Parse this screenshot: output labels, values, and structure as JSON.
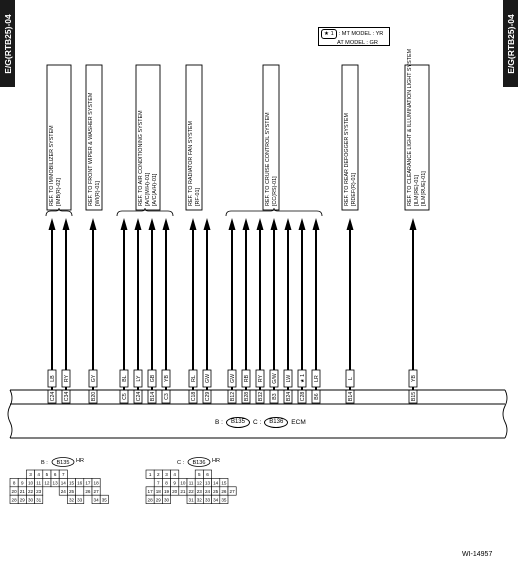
{
  "side_tabs": {
    "left": "E/G(RTB25)-04",
    "right": "E/G(RTB25)-04"
  },
  "legend": {
    "badge": "★ 1",
    "line1": ": MT MODEL : YR",
    "line2": "AT MODEL : GR"
  },
  "ref_boxes": [
    {
      "lines": [
        "REF. TO IMMOBILIZER SYSTEM",
        "[IMB(R)-02]"
      ]
    },
    {
      "lines": [
        "REF. TO FRONT WIPER & WASHER SYSTEM",
        "[WI(R)-01]"
      ]
    },
    {
      "lines": [
        "REF. TO AIR CONDITIONING SYSTEM",
        "[A/C(M/H)-01]",
        "[A/C(A/H)-01]"
      ]
    },
    {
      "lines": [
        "REF. TO RADIATOR FAN SYSTEM",
        "[RF-01]"
      ]
    },
    {
      "lines": [
        "REF. TO CRUISE CONTROL SYSTEM",
        "[CC(RS)-01]"
      ]
    },
    {
      "lines": [
        "REF. TO REAR DEFOGGER SYSTEM",
        "[RDEF(R)-01]"
      ]
    },
    {
      "lines": [
        "REF. TO CLEARANCE LIGHT & ILLUMINATION LIGHT SYSTEM",
        "[ILM(RE)-01]",
        "[ILM(RUE)-01]"
      ]
    }
  ],
  "wires": [
    {
      "pin": "C24",
      "color": "LB"
    },
    {
      "pin": "C34",
      "color": "RY"
    },
    {
      "pin": "B20",
      "color": "GY"
    },
    {
      "pin": "C5",
      "color": "BL"
    },
    {
      "pin": "C24",
      "color": "LY"
    },
    {
      "pin": "B14",
      "color": "GB"
    },
    {
      "pin": "C3",
      "color": "YB"
    },
    {
      "pin": "C18",
      "color": "RL"
    },
    {
      "pin": "C29",
      "color": "GW"
    },
    {
      "pin": "B12",
      "color": "GW"
    },
    {
      "pin": "B28",
      "color": "RB"
    },
    {
      "pin": "B32",
      "color": "RY"
    },
    {
      "pin": "B3",
      "color": "G/W"
    },
    {
      "pin": "B24",
      "color": "LW"
    },
    {
      "pin": "C28",
      "color": "★ 1"
    },
    {
      "pin": "B6",
      "color": "LR"
    },
    {
      "pin": "B14",
      "color": "L"
    },
    {
      "pin": "B15",
      "color": "YB"
    }
  ],
  "ecm": {
    "b_prefix": "B :",
    "b_conn": "B135",
    "c_prefix": "C :",
    "c_conn": "B136",
    "name": "ECM"
  },
  "connectors": [
    {
      "prefix": "B :",
      "id": "B135",
      "suffix": "HR",
      "rows": [
        [
          "",
          "",
          "3",
          "4",
          "5",
          "6",
          "7"
        ],
        [
          "8",
          "9",
          "10",
          "11",
          "12",
          "13",
          "14",
          "15",
          "16",
          "17",
          "18"
        ],
        [
          "20",
          "21",
          "22",
          "23",
          "",
          "",
          "24",
          "25",
          "",
          "26",
          "27"
        ],
        [
          "28",
          "29",
          "30",
          "31",
          "",
          "",
          "",
          "32",
          "33",
          "",
          "34",
          "35"
        ]
      ]
    },
    {
      "prefix": "C :",
      "id": "B136",
      "suffix": "HR",
      "rows": [
        [
          "1",
          "2",
          "3",
          "4",
          "",
          "",
          "5",
          "6"
        ],
        [
          "",
          "7",
          "8",
          "9",
          "10",
          "11",
          "12",
          "13",
          "14",
          "15"
        ],
        [
          "17",
          "18",
          "19",
          "20",
          "21",
          "22",
          "23",
          "24",
          "25",
          "26",
          "27"
        ],
        [
          "28",
          "29",
          "30",
          "",
          "",
          "31",
          "32",
          "33",
          "34",
          "35"
        ]
      ]
    }
  ],
  "doc_id": "WI-14957"
}
